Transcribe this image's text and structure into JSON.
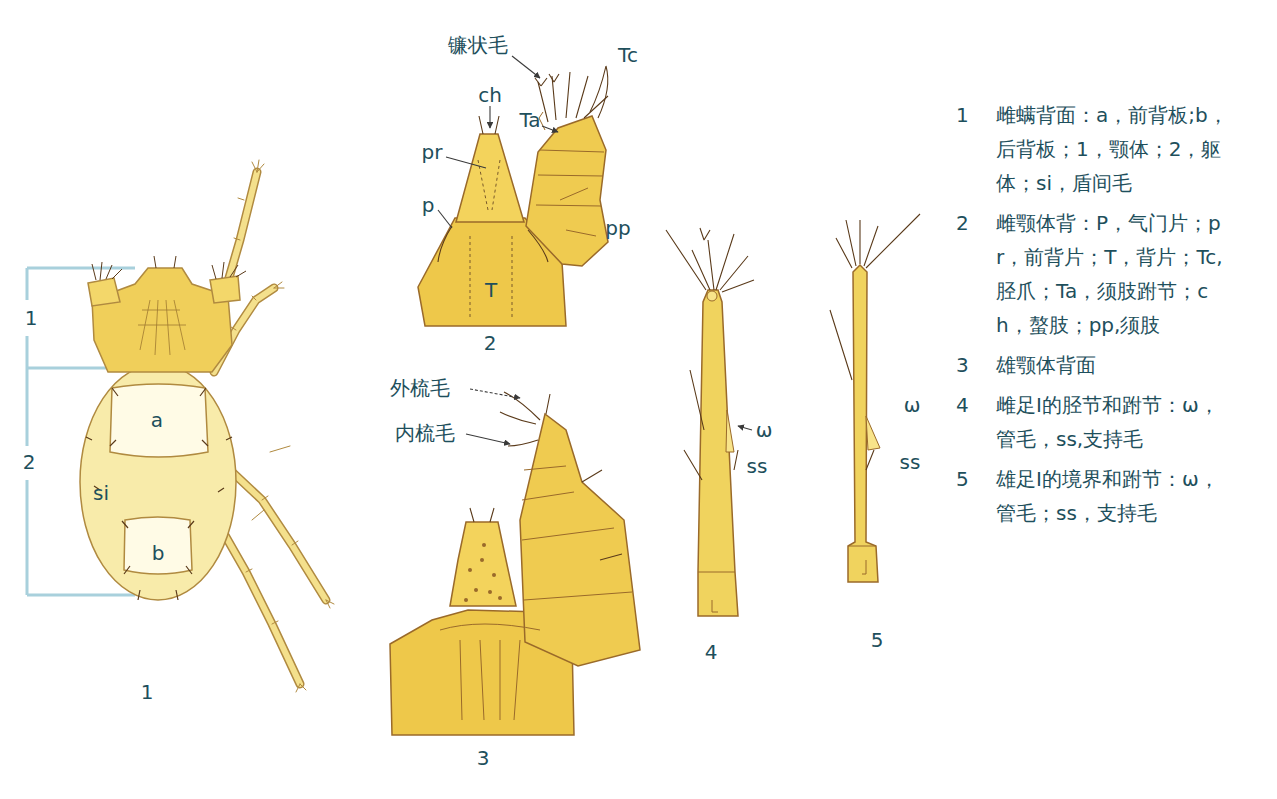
{
  "diagram": {
    "labels": [
      "1",
      "2",
      "a",
      "si",
      "b",
      "1",
      "镰状毛",
      "Tc",
      "ch",
      "Ta",
      "pr",
      "p",
      "pp",
      "T",
      "2",
      "外梳毛",
      "内梳毛",
      "3",
      "ω",
      "ss",
      "4",
      "ω",
      "ss",
      "5",
      "1",
      "雌螨背面：a，前背板;b，后背板；1，颚体；2，躯体；si，盾间毛",
      "2",
      "雌颚体背：P，气门片；pr，前背片；T，背片；Tc,胫爪；Ta，须肢跗节；ch，螯肢；pp,须肢",
      "3",
      "雄颚体背面",
      "4",
      "雌足Ⅰ的胫节和跗节：ω，管毛，ss,支持毛",
      "5",
      "雄足Ⅰ的境界和跗节：ω，管毛；ss，支持毛"
    ]
  }
}
